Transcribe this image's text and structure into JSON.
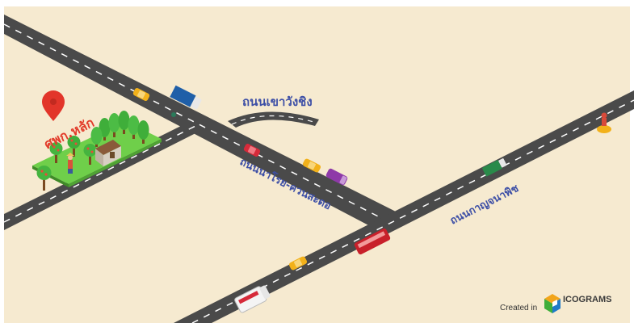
{
  "map": {
    "background_color": "#f6ead0",
    "road_color": "#4a4a4a",
    "road_edge_color": "#3a3a3a",
    "lane_marking_color": "#ffffff",
    "grass_color": "#6fcf4a"
  },
  "roads": {
    "khao_wang_ching": "ถนนเขาวังชิง",
    "nariyan_kuansaadoa": "ถนนนาโรย-ควนสะดอ",
    "kanjanapanit": "ถนนกาญจนาพิช"
  },
  "landmark": {
    "name": "ศพก.หลัก",
    "pin_color": "#e2352a"
  },
  "credit": {
    "prefix": "Created in",
    "brand": "ICOGRAMS"
  }
}
